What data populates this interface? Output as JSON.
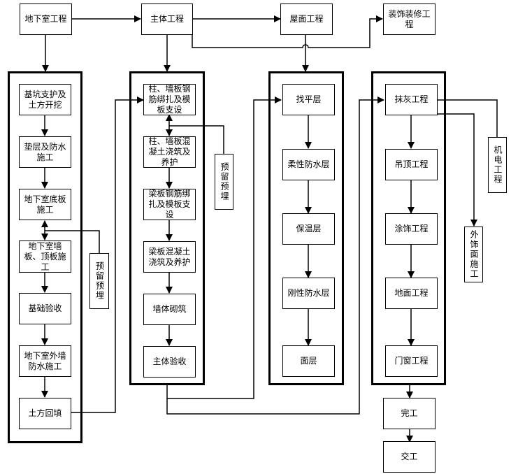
{
  "top_stages": [
    {
      "id": "basement",
      "label": "地下室工程"
    },
    {
      "id": "main",
      "label": "主体工程"
    },
    {
      "id": "roof",
      "label": "屋面工程"
    },
    {
      "id": "decoration",
      "label": "装饰装修工程"
    }
  ],
  "basement_steps": [
    "基坑支护及土方开挖",
    "垫层及防水施工",
    "地下室底板施工",
    "地下室墙板、顶板施工",
    "基础验收",
    "地下室外墙防水施工",
    "土方回填"
  ],
  "basement_side": "预留预埋",
  "main_steps": [
    "柱、墙板钢筋绑扎及模板支设",
    "柱、墙板混凝土浇筑及养护",
    "梁板钢筋绑扎及模板支设",
    "梁板混凝土浇筑及养护",
    "墙体砌筑",
    "主体验收"
  ],
  "main_side": "预留预埋",
  "roof_steps": [
    "找平层",
    "柔性防水层",
    "保温层",
    "刚性防水层",
    "面层"
  ],
  "decoration_steps": [
    "抹灰工程",
    "吊顶工程",
    "涂饰工程",
    "地面工程",
    "门窗工程"
  ],
  "decoration_side_mep": "机电工程",
  "decoration_side_facade": "外饰面施工",
  "final_steps": [
    "完工",
    "交工"
  ]
}
